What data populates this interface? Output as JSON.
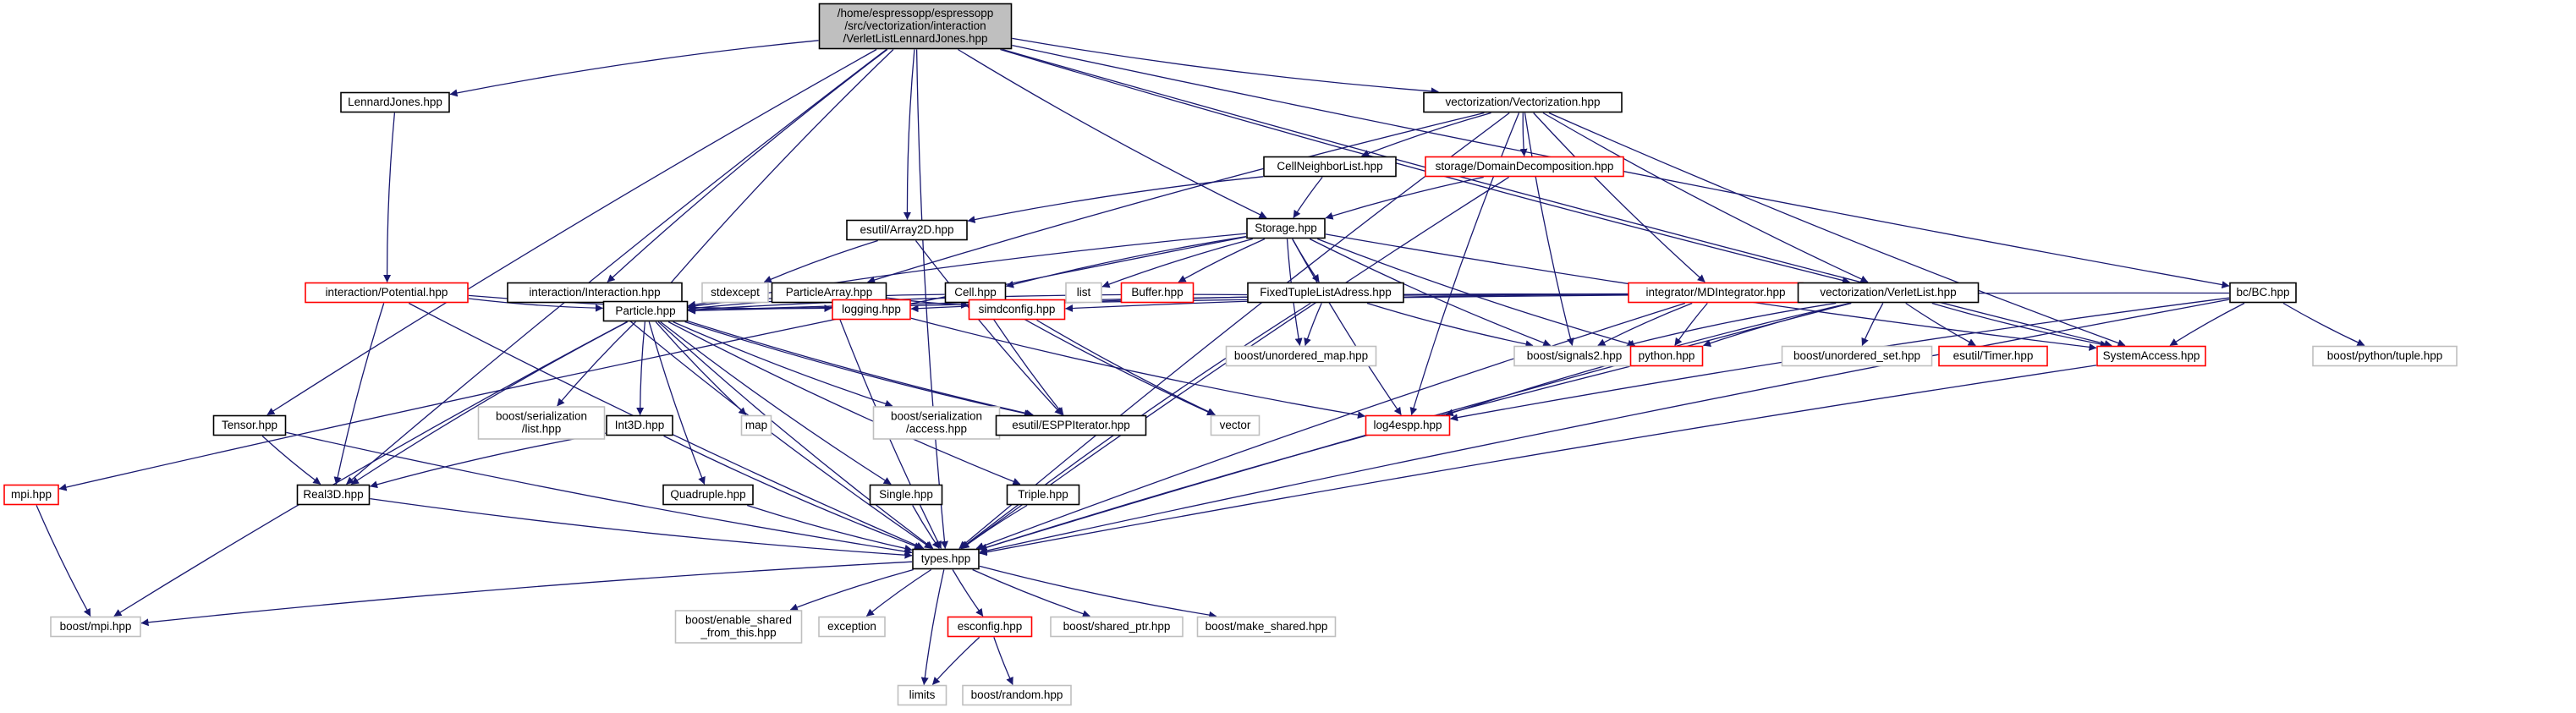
{
  "colors": {
    "edge": "#191970",
    "root_fill": "#bfbfbf",
    "doc_border": "#000000",
    "doc_fill": "#ffffff",
    "missing_border": "#ff0000",
    "external_border": "#bfbfbf",
    "external_text": "#404040",
    "text": "#000000"
  },
  "nodes": [
    {
      "id": "root",
      "kind": "root",
      "lines": [
        "/home/espressopp/espressopp",
        "/src/vectorization/interaction",
        "/VerletListLennardJones.hpp"
      ]
    },
    {
      "id": "lj",
      "kind": "doc",
      "lines": [
        "LennardJones.hpp"
      ]
    },
    {
      "id": "vec",
      "kind": "doc",
      "lines": [
        "vectorization/Vectorization.hpp"
      ]
    },
    {
      "id": "cnl",
      "kind": "doc",
      "lines": [
        "CellNeighborList.hpp"
      ]
    },
    {
      "id": "dd",
      "kind": "missing",
      "lines": [
        "storage/DomainDecomposition.hpp"
      ]
    },
    {
      "id": "arr2d",
      "kind": "doc",
      "lines": [
        "esutil/Array2D.hpp"
      ]
    },
    {
      "id": "storage",
      "kind": "doc",
      "lines": [
        "Storage.hpp"
      ]
    },
    {
      "id": "stdexcept",
      "kind": "external",
      "lines": [
        "stdexcept"
      ]
    },
    {
      "id": "list",
      "kind": "external",
      "lines": [
        "list"
      ]
    },
    {
      "id": "buffer",
      "kind": "missing",
      "lines": [
        "Buffer.hpp"
      ]
    },
    {
      "id": "potential",
      "kind": "missing",
      "lines": [
        "interaction/Potential.hpp"
      ]
    },
    {
      "id": "interaction",
      "kind": "doc",
      "lines": [
        "interaction/Interaction.hpp"
      ]
    },
    {
      "id": "particlearray",
      "kind": "doc",
      "lines": [
        "ParticleArray.hpp"
      ]
    },
    {
      "id": "cell",
      "kind": "doc",
      "lines": [
        "Cell.hpp"
      ]
    },
    {
      "id": "fixedtuple",
      "kind": "doc",
      "lines": [
        "FixedTupleListAdress.hpp"
      ]
    },
    {
      "id": "mdint",
      "kind": "missing",
      "lines": [
        "integrator/MDIntegrator.hpp"
      ]
    },
    {
      "id": "verlet",
      "kind": "doc",
      "lines": [
        "vectorization/VerletList.hpp"
      ]
    },
    {
      "id": "bc",
      "kind": "doc",
      "lines": [
        "bc/BC.hpp"
      ]
    },
    {
      "id": "particle",
      "kind": "doc",
      "lines": [
        "Particle.hpp"
      ]
    },
    {
      "id": "logging",
      "kind": "missing",
      "lines": [
        "logging.hpp"
      ]
    },
    {
      "id": "simdconfig",
      "kind": "missing",
      "lines": [
        "simdconfig.hpp"
      ]
    },
    {
      "id": "unordered_map",
      "kind": "external",
      "lines": [
        "boost/unordered_map.hpp"
      ]
    },
    {
      "id": "signals2",
      "kind": "external",
      "lines": [
        "boost/signals2.hpp"
      ]
    },
    {
      "id": "python",
      "kind": "missing",
      "lines": [
        "python.hpp"
      ]
    },
    {
      "id": "unordered_set",
      "kind": "external",
      "lines": [
        "boost/unordered_set.hpp"
      ]
    },
    {
      "id": "timer",
      "kind": "missing",
      "lines": [
        "esutil/Timer.hpp"
      ]
    },
    {
      "id": "sysaccess",
      "kind": "missing",
      "lines": [
        "SystemAccess.hpp"
      ]
    },
    {
      "id": "pytuple",
      "kind": "external",
      "lines": [
        "boost/python/tuple.hpp"
      ]
    },
    {
      "id": "tensor",
      "kind": "doc",
      "lines": [
        "Tensor.hpp"
      ]
    },
    {
      "id": "mpi",
      "kind": "missing",
      "lines": [
        "mpi.hpp"
      ]
    },
    {
      "id": "sertlist",
      "kind": "external",
      "lines": [
        "boost/serialization",
        "/list.hpp"
      ]
    },
    {
      "id": "int3d",
      "kind": "doc",
      "lines": [
        "Int3D.hpp"
      ]
    },
    {
      "id": "map",
      "kind": "external",
      "lines": [
        "map"
      ]
    },
    {
      "id": "seraccess",
      "kind": "external",
      "lines": [
        "boost/serialization",
        "/access.hpp"
      ]
    },
    {
      "id": "espp_iter",
      "kind": "doc",
      "lines": [
        "esutil/ESPPIterator.hpp"
      ]
    },
    {
      "id": "vector",
      "kind": "external",
      "lines": [
        "vector"
      ]
    },
    {
      "id": "log4espp",
      "kind": "missing",
      "lines": [
        "log4espp.hpp"
      ]
    },
    {
      "id": "real3d",
      "kind": "doc",
      "lines": [
        "Real3D.hpp"
      ]
    },
    {
      "id": "quadruple",
      "kind": "doc",
      "lines": [
        "Quadruple.hpp"
      ]
    },
    {
      "id": "single",
      "kind": "doc",
      "lines": [
        "Single.hpp"
      ]
    },
    {
      "id": "triple",
      "kind": "doc",
      "lines": [
        "Triple.hpp"
      ]
    },
    {
      "id": "types",
      "kind": "doc",
      "lines": [
        "types.hpp"
      ]
    },
    {
      "id": "bmpi",
      "kind": "external",
      "lines": [
        "boost/mpi.hpp"
      ]
    },
    {
      "id": "enable_shared",
      "kind": "external",
      "lines": [
        "boost/enable_shared",
        "_from_this.hpp"
      ]
    },
    {
      "id": "exception",
      "kind": "external",
      "lines": [
        "exception"
      ]
    },
    {
      "id": "esconfig",
      "kind": "missing",
      "lines": [
        "esconfig.hpp"
      ]
    },
    {
      "id": "shared_ptr",
      "kind": "external",
      "lines": [
        "boost/shared_ptr.hpp"
      ]
    },
    {
      "id": "make_shared",
      "kind": "external",
      "lines": [
        "boost/make_shared.hpp"
      ]
    },
    {
      "id": "limits",
      "kind": "external",
      "lines": [
        "limits"
      ]
    },
    {
      "id": "random",
      "kind": "external",
      "lines": [
        "boost/random.hpp"
      ]
    }
  ],
  "edges": [
    [
      "root",
      "lj"
    ],
    [
      "root",
      "vec"
    ],
    [
      "root",
      "arr2d"
    ],
    [
      "root",
      "storage"
    ],
    [
      "root",
      "interaction"
    ],
    [
      "root",
      "verlet"
    ],
    [
      "root",
      "bc"
    ],
    [
      "root",
      "particle"
    ],
    [
      "root",
      "tensor"
    ],
    [
      "root",
      "real3d"
    ],
    [
      "root",
      "sysaccess"
    ],
    [
      "root",
      "types"
    ],
    [
      "lj",
      "potential"
    ],
    [
      "vec",
      "cnl"
    ],
    [
      "vec",
      "dd"
    ],
    [
      "vec",
      "mdint"
    ],
    [
      "vec",
      "verlet"
    ],
    [
      "vec",
      "particlearray"
    ],
    [
      "vec",
      "log4espp"
    ],
    [
      "vec",
      "signals2"
    ],
    [
      "vec",
      "sysaccess"
    ],
    [
      "vec",
      "types"
    ],
    [
      "cnl",
      "storage"
    ],
    [
      "cnl",
      "arr2d"
    ],
    [
      "dd",
      "storage"
    ],
    [
      "dd",
      "types"
    ],
    [
      "arr2d",
      "stdexcept"
    ],
    [
      "arr2d",
      "espp_iter"
    ],
    [
      "storage",
      "list"
    ],
    [
      "storage",
      "buffer"
    ],
    [
      "storage",
      "cell"
    ],
    [
      "storage",
      "fixedtuple"
    ],
    [
      "storage",
      "unordered_map"
    ],
    [
      "storage",
      "signals2"
    ],
    [
      "storage",
      "python"
    ],
    [
      "storage",
      "log4espp"
    ],
    [
      "storage",
      "sysaccess"
    ],
    [
      "storage",
      "mpi"
    ],
    [
      "storage",
      "particle"
    ],
    [
      "potential",
      "particle"
    ],
    [
      "potential",
      "real3d"
    ],
    [
      "potential",
      "types"
    ],
    [
      "potential",
      "logging"
    ],
    [
      "interaction",
      "particle"
    ],
    [
      "interaction",
      "types"
    ],
    [
      "interaction",
      "espp_iter"
    ],
    [
      "particlearray",
      "particle"
    ],
    [
      "particlearray",
      "simdconfig"
    ],
    [
      "particlearray",
      "types"
    ],
    [
      "cell",
      "particle"
    ],
    [
      "cell",
      "espp_iter"
    ],
    [
      "cell",
      "vector"
    ],
    [
      "fixedtuple",
      "particle"
    ],
    [
      "fixedtuple",
      "unordered_map"
    ],
    [
      "fixedtuple",
      "signals2"
    ],
    [
      "fixedtuple",
      "types"
    ],
    [
      "mdint",
      "signals2"
    ],
    [
      "mdint",
      "python"
    ],
    [
      "mdint",
      "types"
    ],
    [
      "mdint",
      "logging"
    ],
    [
      "verlet",
      "particle"
    ],
    [
      "verlet",
      "unordered_set"
    ],
    [
      "verlet",
      "timer"
    ],
    [
      "verlet",
      "sysaccess"
    ],
    [
      "verlet",
      "signals2"
    ],
    [
      "verlet",
      "python"
    ],
    [
      "verlet",
      "log4espp"
    ],
    [
      "verlet",
      "types"
    ],
    [
      "verlet",
      "simdconfig"
    ],
    [
      "bc",
      "sysaccess"
    ],
    [
      "bc",
      "pytuple"
    ],
    [
      "bc",
      "log4espp"
    ],
    [
      "bc",
      "types"
    ],
    [
      "bc",
      "particle"
    ],
    [
      "particle",
      "sertlist"
    ],
    [
      "particle",
      "int3d"
    ],
    [
      "particle",
      "map"
    ],
    [
      "particle",
      "seraccess"
    ],
    [
      "particle",
      "espp_iter"
    ],
    [
      "particle",
      "real3d"
    ],
    [
      "particle",
      "quadruple"
    ],
    [
      "particle",
      "single"
    ],
    [
      "particle",
      "triple"
    ],
    [
      "particle",
      "types"
    ],
    [
      "particle",
      "bmpi"
    ],
    [
      "logging",
      "log4espp"
    ],
    [
      "simdconfig",
      "vector"
    ],
    [
      "python",
      "types"
    ],
    [
      "sysaccess",
      "types"
    ],
    [
      "tensor",
      "real3d"
    ],
    [
      "tensor",
      "types"
    ],
    [
      "mpi",
      "bmpi"
    ],
    [
      "int3d",
      "real3d"
    ],
    [
      "int3d",
      "types"
    ],
    [
      "real3d",
      "types"
    ],
    [
      "quadruple",
      "types"
    ],
    [
      "single",
      "types"
    ],
    [
      "triple",
      "types"
    ],
    [
      "types",
      "bmpi"
    ],
    [
      "types",
      "enable_shared"
    ],
    [
      "types",
      "exception"
    ],
    [
      "types",
      "esconfig"
    ],
    [
      "types",
      "shared_ptr"
    ],
    [
      "types",
      "make_shared"
    ],
    [
      "types",
      "limits"
    ],
    [
      "esconfig",
      "limits"
    ],
    [
      "esconfig",
      "random"
    ]
  ]
}
